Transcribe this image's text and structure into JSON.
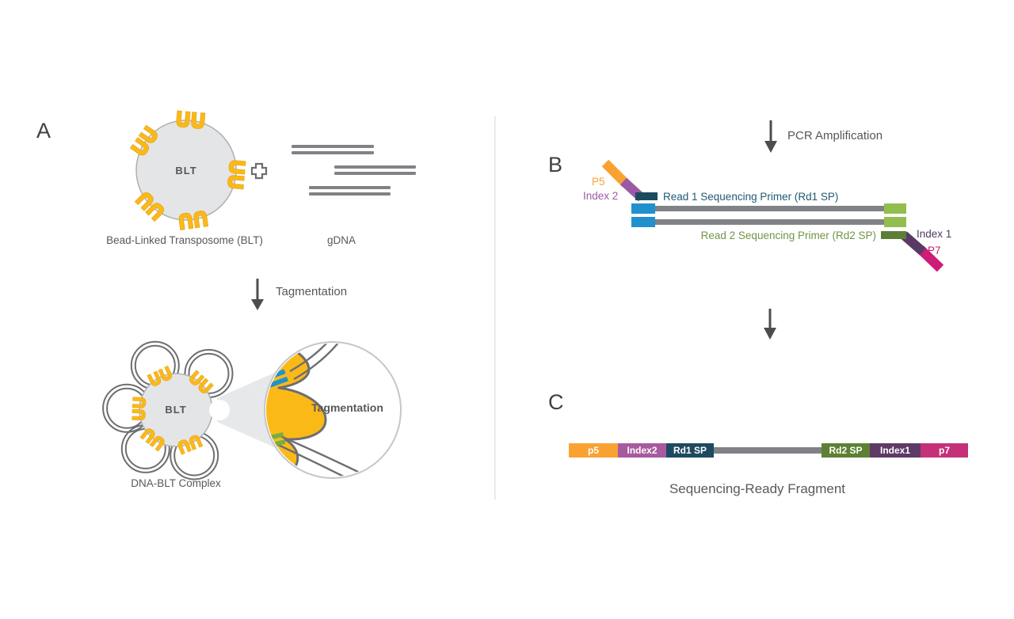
{
  "colors": {
    "transposome_yellow": "#FBB918",
    "bead_gray_fill": "#E4E5E6",
    "dna_gray": "#808285",
    "outline_gray": "#6D6E71",
    "arrow_gray": "#4D4D4F",
    "blue_tag": "#2191CE",
    "light_green_tag": "#92BE4F",
    "dark_green_rd2": "#5C7F35",
    "navy_rd1": "#1C4A5F",
    "orange_p5": "#F9A232",
    "purple_index2": "#9C59A4",
    "dark_purple_index1": "#5A3A64",
    "magenta_p7": "#CB1B74",
    "text_gray": "#58595B"
  },
  "panel_a": {
    "label": "A",
    "bead_label": "BLT",
    "bead_caption": "Bead-Linked Transposome (BLT)",
    "gdna_caption": "gDNA",
    "step_label": "Tagmentation",
    "complex_bead_label": "BLT",
    "magnifier_label": "Tagmentation",
    "complex_caption": "DNA-BLT Complex"
  },
  "panel_b": {
    "label": "B",
    "step_label": "PCR Amplification",
    "p5": "P5",
    "index2": "Index 2",
    "rd1_primer": "Read 1 Sequencing Primer (Rd1 SP)",
    "rd2_primer": "Read 2 Sequencing Primer (Rd2 SP)",
    "index1": "Index 1",
    "p7": "P7"
  },
  "panel_c": {
    "label": "C",
    "caption": "Sequencing-Ready Fragment",
    "segments": [
      {
        "label": "p5",
        "color": "#F9A232"
      },
      {
        "label": "Index2",
        "color": "#A85A9F"
      },
      {
        "label": "Rd1 SP",
        "color": "#1E4A5F"
      },
      {
        "label": "Rd2 SP",
        "color": "#5E8033"
      },
      {
        "label": "Index1",
        "color": "#5E3A66"
      },
      {
        "label": "p7",
        "color": "#C53179"
      }
    ]
  }
}
